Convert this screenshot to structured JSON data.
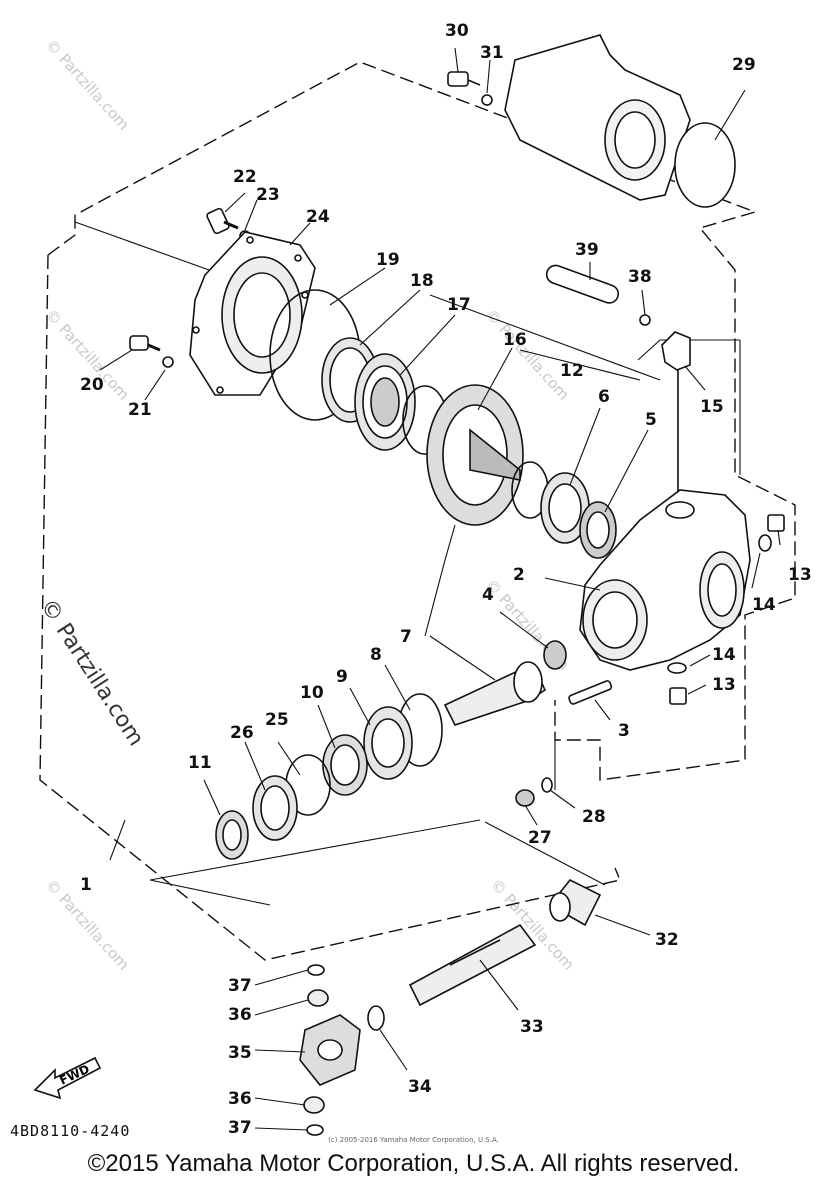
{
  "diagram": {
    "callouts": [
      "1",
      "2",
      "3",
      "4",
      "5",
      "6",
      "7",
      "8",
      "9",
      "10",
      "11",
      "12",
      "13",
      "13",
      "14",
      "14",
      "15",
      "16",
      "17",
      "18",
      "19",
      "20",
      "21",
      "22",
      "23",
      "24",
      "25",
      "26",
      "27",
      "28",
      "29",
      "30",
      "31",
      "32",
      "33",
      "34",
      "35",
      "36",
      "36",
      "37",
      "37",
      "38",
      "39"
    ],
    "watermark": "© Partzilla.com",
    "fwd_label": "FWD",
    "drawing_code": "4BD8110-4240"
  },
  "footer": {
    "copyright": "©2015 Yamaha Motor Corporation, U.S.A. All rights reserved.",
    "small_print": "(c) 2005-2016 Yamaha Motor Corporation, U.S.A."
  }
}
